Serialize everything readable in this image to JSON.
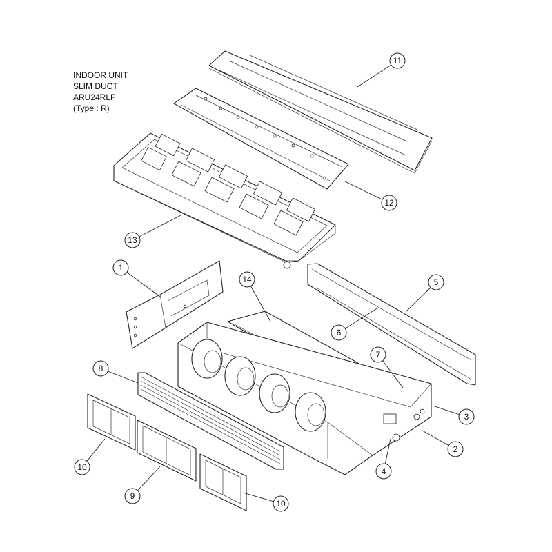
{
  "header": {
    "lines": [
      "INDOOR UNIT",
      "SLIM DUCT",
      "ARU24RLF",
      "(Type : R)"
    ]
  },
  "callouts": [
    {
      "label": "11"
    },
    {
      "label": "12"
    },
    {
      "label": "13"
    },
    {
      "label": "1"
    },
    {
      "label": "14"
    },
    {
      "label": "5"
    },
    {
      "label": "6"
    },
    {
      "label": "7"
    },
    {
      "label": "8"
    },
    {
      "label": "3"
    },
    {
      "label": "2"
    },
    {
      "label": "4"
    },
    {
      "label": "10"
    },
    {
      "label": "9"
    },
    {
      "label": "10"
    }
  ]
}
